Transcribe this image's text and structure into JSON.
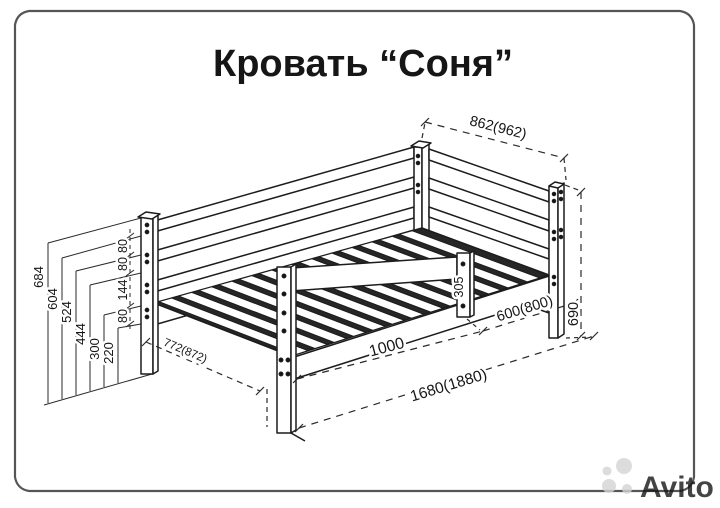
{
  "title": "Кровать “Соня”",
  "watermark": {
    "brand": "Avito"
  },
  "drawing": {
    "dimensions": {
      "width_top": "862(962)",
      "height_right": "690",
      "rail_section": "1000",
      "opening_section": "600(800)",
      "length_total": "1680(1880)",
      "width_head": "772(872)",
      "guard_post_height": "305",
      "height_levels": [
        "684",
        "604",
        "524",
        "444",
        "300",
        "220"
      ],
      "level_gaps": [
        "80",
        "80",
        "144",
        "80"
      ]
    }
  }
}
